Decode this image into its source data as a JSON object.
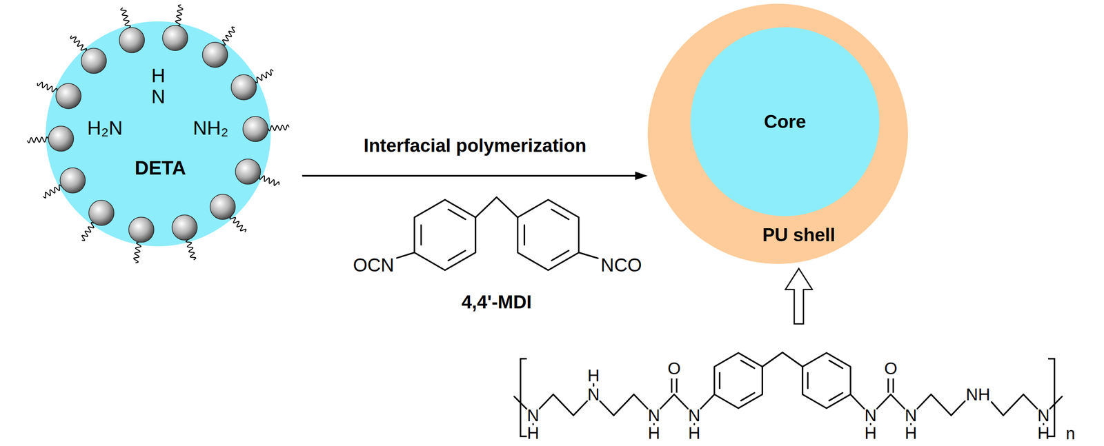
{
  "diagram": {
    "nodes": [
      {
        "text": [
          "DETA"
        ]
      },
      {
        "text": [
          "PU shell"
        ]
      },
      {
        "text": [
          "Core"
        ],
        "in": 1
      }
    ],
    "edges": [
      {
        "from": 0,
        "to": 1,
        "label": "Interfacial polymerization",
        "arrow": "to"
      }
    ],
    "labels": [
      "H",
      "H₂N",
      "N",
      "NH₂",
      "OCN",
      "NCO",
      "4,4'-MDI",
      "N",
      "H",
      "H",
      "N",
      "N",
      "H",
      "O",
      "N",
      "H",
      "N",
      "H",
      "O",
      "N",
      "H",
      "NH",
      "N",
      "H",
      "n"
    ]
  }
}
